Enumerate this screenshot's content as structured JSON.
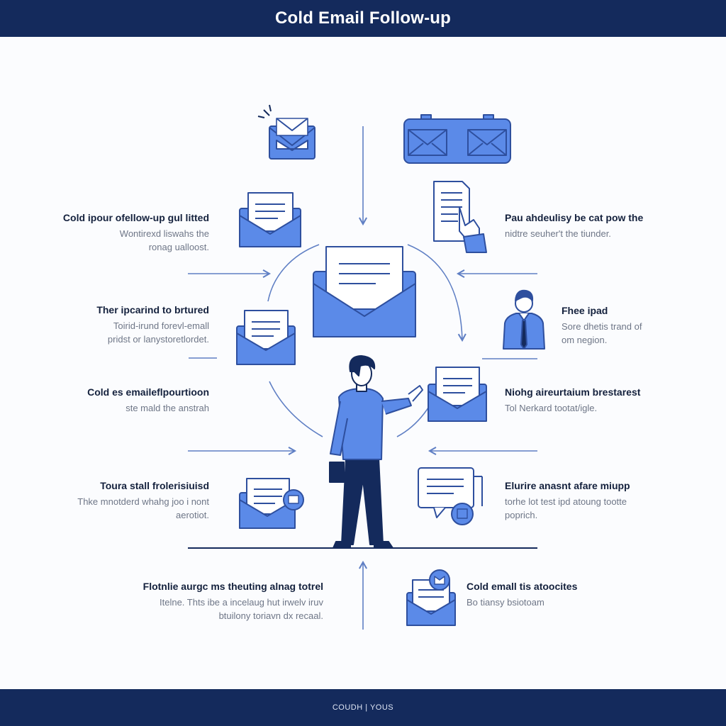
{
  "title": "Cold Email Follow-up",
  "footer": "COUDH | YOUS",
  "labels": [
    {
      "heading": "Cold ipour ofellow-up gul litted",
      "lines": [
        "Wontirexd liswahs the",
        "ronag ualloost."
      ]
    },
    {
      "heading": "Ther ipcarind to brtured",
      "lines": [
        "Toirid-irund forevl-emall",
        "pridst or lanystoretlordet."
      ]
    },
    {
      "heading": "Cold es emaileflpourtioon",
      "lines": [
        "ste mald the anstrah"
      ]
    },
    {
      "heading": "Toura stall frolerisiuisd",
      "lines": [
        "Thke mnotderd whahg joo i nont",
        "aerotiot."
      ]
    },
    {
      "heading": "Pau ahdeulisy be cat pow the",
      "lines": [
        "nidtre seuher't the tiunder."
      ]
    },
    {
      "heading": "Fhee ipad",
      "lines": [
        "Sore dhetis trand of",
        "om negion."
      ]
    },
    {
      "heading": "Niohg aireurtaium brestarest",
      "lines": [
        "Tol Nerkard tootat/igle."
      ]
    },
    {
      "heading": "Elurire anasnt afare miupp",
      "lines": [
        "torhe lot test ipd atoung tootte",
        "poprich."
      ]
    },
    {
      "heading": "Flotnlie aurgc ms theuting alnag totrel",
      "lines": [
        "Itelne. Thts ibe a incelaug hut irwelv iruv",
        "btuilony toriavn dx recaal."
      ]
    },
    {
      "heading": "Cold emall tis atoocites",
      "lines": [
        "Bo tiansy bsiotoam"
      ]
    }
  ],
  "colors": {
    "navy": "#142a5c",
    "primary": "#5b8ae8",
    "stroke": "#2e4f9e",
    "line": "#5f7fc4",
    "paper": "#ffffff"
  }
}
